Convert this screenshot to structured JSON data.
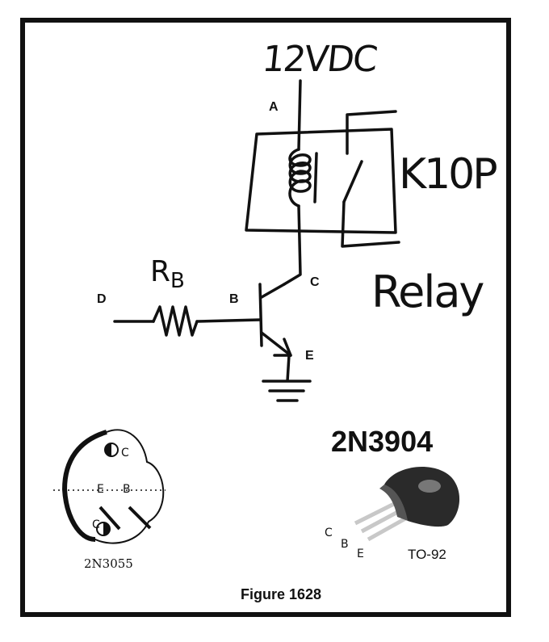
{
  "supply_label": "12VDC",
  "node_labels": {
    "a": "A",
    "b": "B",
    "c": "C",
    "d": "D",
    "e": "E"
  },
  "resistor_label": "R",
  "resistor_subscript": "B",
  "relay_part": "K10P",
  "relay_word": "Relay",
  "power_transistor": {
    "name": "2N3055",
    "pin_c": "C",
    "pin_e": "E",
    "pin_b": "B",
    "pin_case": "C"
  },
  "small_transistor": {
    "name": "2N3904",
    "package": "TO-92",
    "pin_c": "C",
    "pin_b": "B",
    "pin_e": "E"
  },
  "caption": "Figure 1628",
  "colors": {
    "ink": "#111111",
    "border": "#111111",
    "lead_silver": "#c8c8c8",
    "body_dark": "#2a2a2a"
  },
  "icons": {
    "ground": "ground-symbol",
    "npn": "npn-transistor-symbol",
    "coil": "relay-coil-symbol",
    "switch": "relay-switch-symbol"
  }
}
